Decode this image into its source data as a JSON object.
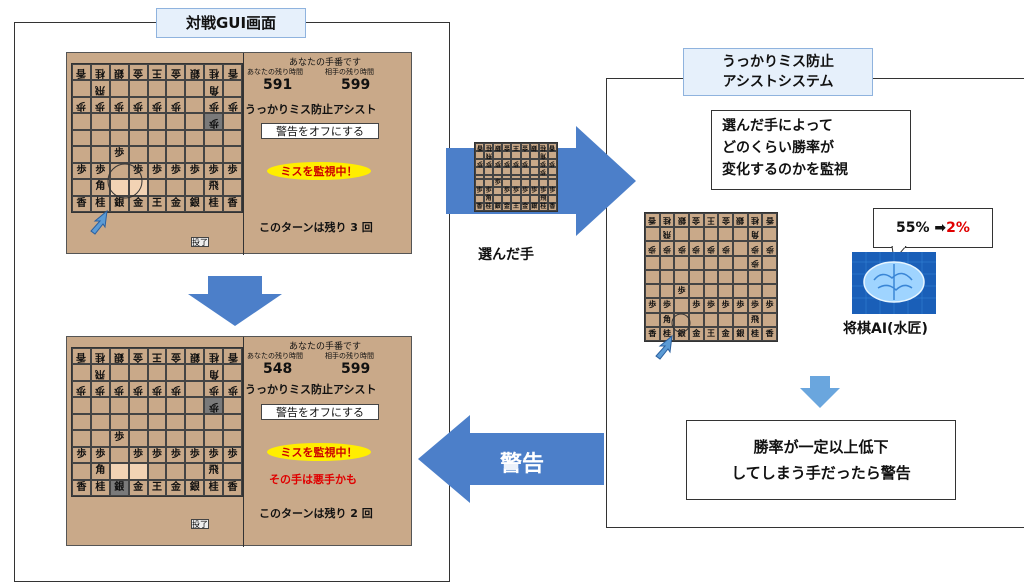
{
  "gui_section": {
    "title": "対戦GUI画面"
  },
  "assist_section": {
    "title_line1": "うっかりミス防止",
    "title_line2": "アシストシステム"
  },
  "board": {
    "rows": [
      [
        "香",
        "桂",
        "銀",
        "金",
        "王",
        "金",
        "銀",
        "桂",
        "香"
      ],
      [
        "",
        "飛",
        "",
        "",
        "",
        "",
        "",
        "角",
        ""
      ],
      [
        "歩",
        "歩",
        "歩",
        "歩",
        "歩",
        "歩",
        "",
        "歩",
        "歩"
      ],
      [
        "",
        "",
        "",
        "",
        "",
        "",
        "",
        "歩",
        ""
      ],
      [
        "",
        "",
        "",
        "",
        "",
        "",
        "",
        "",
        ""
      ],
      [
        "",
        "",
        "歩",
        "",
        "",
        "",
        "",
        "",
        ""
      ],
      [
        "歩",
        "歩",
        "",
        "歩",
        "歩",
        "歩",
        "歩",
        "歩",
        "歩"
      ],
      [
        "",
        "角",
        "",
        "",
        "",
        "",
        "",
        "飛",
        ""
      ],
      [
        "香",
        "桂",
        "銀",
        "金",
        "王",
        "金",
        "銀",
        "桂",
        "香"
      ]
    ]
  },
  "screen1": {
    "turn_label": "あなたの手番です",
    "my_time_label": "あなたの残り時間",
    "opp_time_label": "相手の残り時間",
    "my_time": "591",
    "opp_time": "599",
    "assist_title": "うっかりミス防止アシスト",
    "toggle_button": "警告をオフにする",
    "monitoring": "ミスを監視中！",
    "remaining": "このターンは残り 3 回",
    "resign": "投了"
  },
  "screen2": {
    "turn_label": "あなたの手番です",
    "my_time_label": "あなたの残り時間",
    "opp_time_label": "相手の残り時間",
    "my_time": "548",
    "opp_time": "599",
    "assist_title": "うっかりミス防止アシスト",
    "toggle_button": "警告をオフにする",
    "monitoring": "ミスを監視中！",
    "warning_text": "その手は悪手かも",
    "remaining": "このターンは残り 2 回",
    "resign": "投了"
  },
  "flow": {
    "selected_move_label": "選んだ手",
    "warning_label": "警告",
    "monitor_note_l1": "選んだ手によって",
    "monitor_note_l2": "どのくらい勝率が",
    "monitor_note_l3": "変化するのかを監視",
    "winrate_before": "55% ➡",
    "winrate_after": "2%",
    "ai_label": "将棋AI(水匠)",
    "result_note_l1": "勝率が一定以上低下",
    "result_note_l2": "してしまう手だったら警告"
  },
  "colors": {
    "arrow": "#4c7fc9",
    "board": "#c9a989",
    "highlight_yellow": "#ffee00",
    "warn_red": "#e00000"
  }
}
